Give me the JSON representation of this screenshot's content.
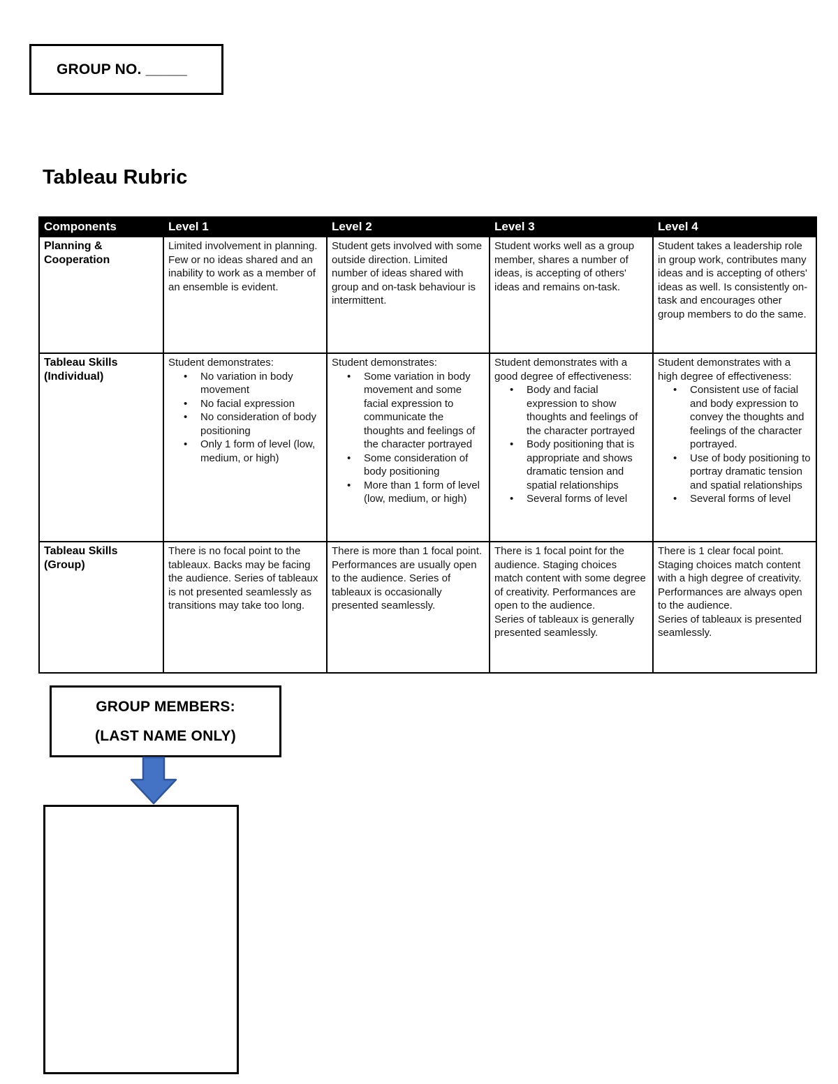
{
  "header": {
    "group_no_label": "GROUP NO. _____",
    "title": "Tableau Rubric"
  },
  "table": {
    "headers": [
      "Components",
      "Level 1",
      "Level 2",
      "Level 3",
      "Level 4"
    ],
    "rows": [
      {
        "component": "Planning &\nCooperation",
        "levels": [
          "Limited involvement in planning.  Few or no ideas shared and an inability to work as a member of an ensemble is evident.",
          "Student gets involved with some outside direction.  Limited number of ideas shared with group and on-task behaviour is intermittent.",
          "Student works well as a group member, shares a number of ideas, is accepting of others' ideas and remains on-task.",
          "Student takes a leadership role in group work, contributes many ideas and is accepting of others' ideas as well.  Is consistently on-task and encourages other group members to do the same."
        ]
      },
      {
        "component": "Tableau Skills\n(Individual)",
        "levels": [
          {
            "intro": "Student demonstrates:",
            "bullets": [
              "No variation in body movement",
              "No facial expression",
              "No consideration of body positioning",
              "Only 1 form of level (low, medium, or high)"
            ]
          },
          {
            "intro": "Student demonstrates:",
            "bullets": [
              "Some variation in body movement and some facial expression to communicate the thoughts and feelings of the character portrayed",
              "Some consideration of body positioning",
              "More than 1 form of level (low, medium, or high)"
            ]
          },
          {
            "intro": "Student demonstrates with a good degree of effectiveness:",
            "bullets": [
              "Body and facial expression to show thoughts and feelings of the character portrayed",
              "Body positioning that is appropriate and shows dramatic tension and spatial relationships",
              "Several forms of level"
            ]
          },
          {
            "intro": "Student demonstrates with a high degree of effectiveness:",
            "bullets": [
              "Consistent use of facial and body expression to convey the thoughts and feelings of the character portrayed.",
              "Use of body positioning to portray dramatic tension and spatial relationships",
              "Several forms of level"
            ]
          }
        ]
      },
      {
        "component": "Tableau Skills\n(Group)",
        "levels": [
          "There is no focal point to the tableaux.  Backs may be facing the audience.  Series of tableaux is not presented seamlessly as transitions may take too long.",
          "There is more than 1 focal point.  Performances are usually open to the audience.  Series of tableaux is occasionally presented seamlessly.",
          "There is 1 focal point for the audience.  Staging choices match content with some degree of creativity. Performances are open to the audience.\nSeries of tableaux is generally presented seamlessly.",
          "There is 1 clear focal point. Staging choices match content with a high degree of creativity.\nPerformances are always open to the audience.\nSeries of tableaux is presented seamlessly."
        ]
      }
    ]
  },
  "footer": {
    "group_members_line1": "GROUP MEMBERS:",
    "group_members_line2": "(LAST NAME ONLY)"
  },
  "colors": {
    "arrow_fill": "#4472C4",
    "arrow_stroke": "#2F5597",
    "header_bg": "#000000",
    "header_text": "#FFFFFF"
  }
}
